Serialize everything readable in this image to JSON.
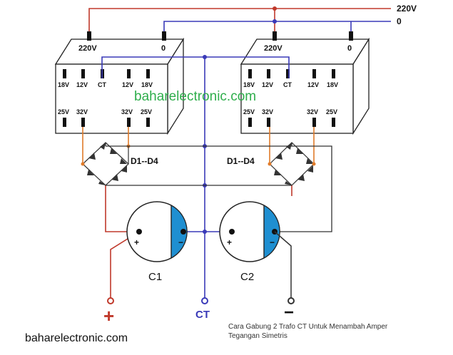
{
  "mains": {
    "label_220": "220V",
    "label_0": "0"
  },
  "transformer": {
    "primary_220": "220V",
    "primary_0": "0",
    "tap_labels_top": [
      "18V",
      "12V",
      "CT",
      "12V",
      "18V"
    ],
    "tap_labels_bottom": [
      "25V",
      "32V",
      "32V",
      "25V"
    ]
  },
  "watermark_center": "baharelectronic.com",
  "bridge_left": "D1--D4",
  "bridge_right": "D1--D4",
  "cap_left": {
    "name": "C1",
    "plus": "+",
    "minus": "−"
  },
  "cap_right": {
    "name": "C2",
    "plus": "+",
    "minus": "−"
  },
  "outputs": {
    "positive": "+",
    "center": "CT",
    "negative": "−"
  },
  "site": "baharelectronic.com",
  "caption_line1": "Cara Gabung 2 Trafo CT Untuk Menambah Amper",
  "caption_line2": "Tegangan Simetris",
  "colors": {
    "red": "#c0392b",
    "blue": "#3a3ab8",
    "orange": "#e07b2a",
    "black": "#222222",
    "cap_blue": "#1f8fd1",
    "green": "#2fae4c"
  }
}
